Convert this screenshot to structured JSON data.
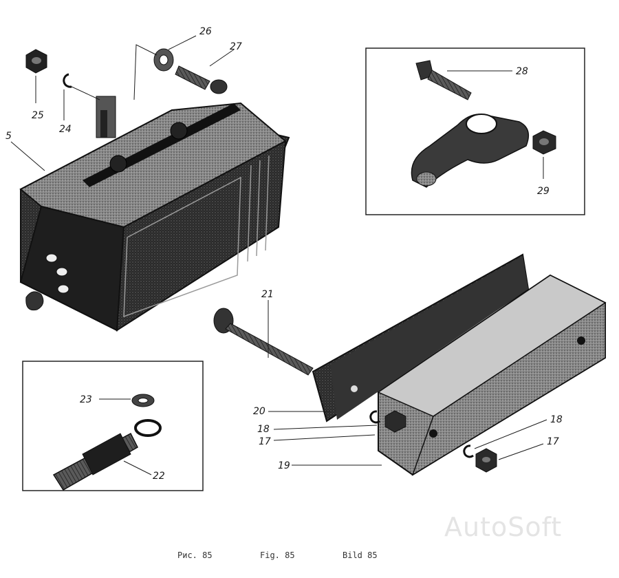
{
  "diagram": {
    "callouts": {
      "c5": "5",
      "c17a": "17",
      "c17b": "17",
      "c18a": "18",
      "c18b": "18",
      "c19": "19",
      "c20": "20",
      "c21": "21",
      "c22": "22",
      "c23": "23",
      "c24": "24",
      "c25": "25",
      "c26": "26",
      "c27": "27",
      "c28": "28",
      "c29": "29"
    },
    "captions": {
      "ru": "Рис. 85",
      "en": "Fig. 85",
      "de": "Bild 85"
    },
    "watermark": "AutoSoft"
  }
}
